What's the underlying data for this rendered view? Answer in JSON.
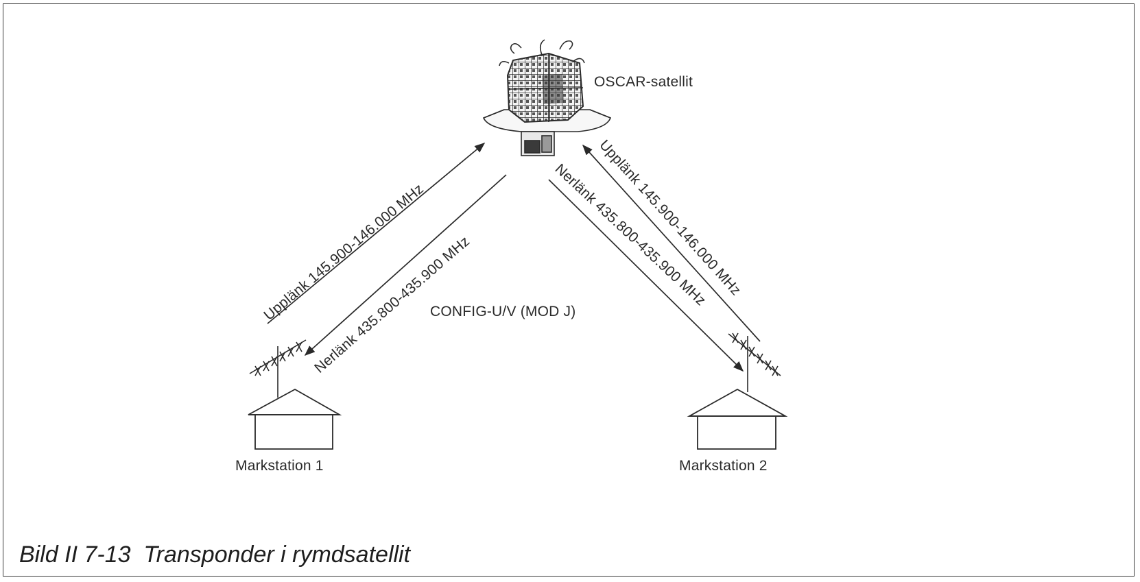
{
  "labels": {
    "satellite": "OSCAR-satellit",
    "config": "CONFIG-U/V (MOD J)",
    "station1": "Markstation 1",
    "station2": "Markstation 2"
  },
  "links": {
    "left_uplink": "Upplänk 145.900-146.000 MHz",
    "left_downlink": "Nerlänk 435.800-435.900 MHz",
    "right_downlink": "Nerlänk 435.800-435.900 MHz",
    "right_uplink": "Upplänk 145.900-146.000 MHz"
  },
  "caption": "Bild II 7-13  Transponder i rymdsatellit"
}
